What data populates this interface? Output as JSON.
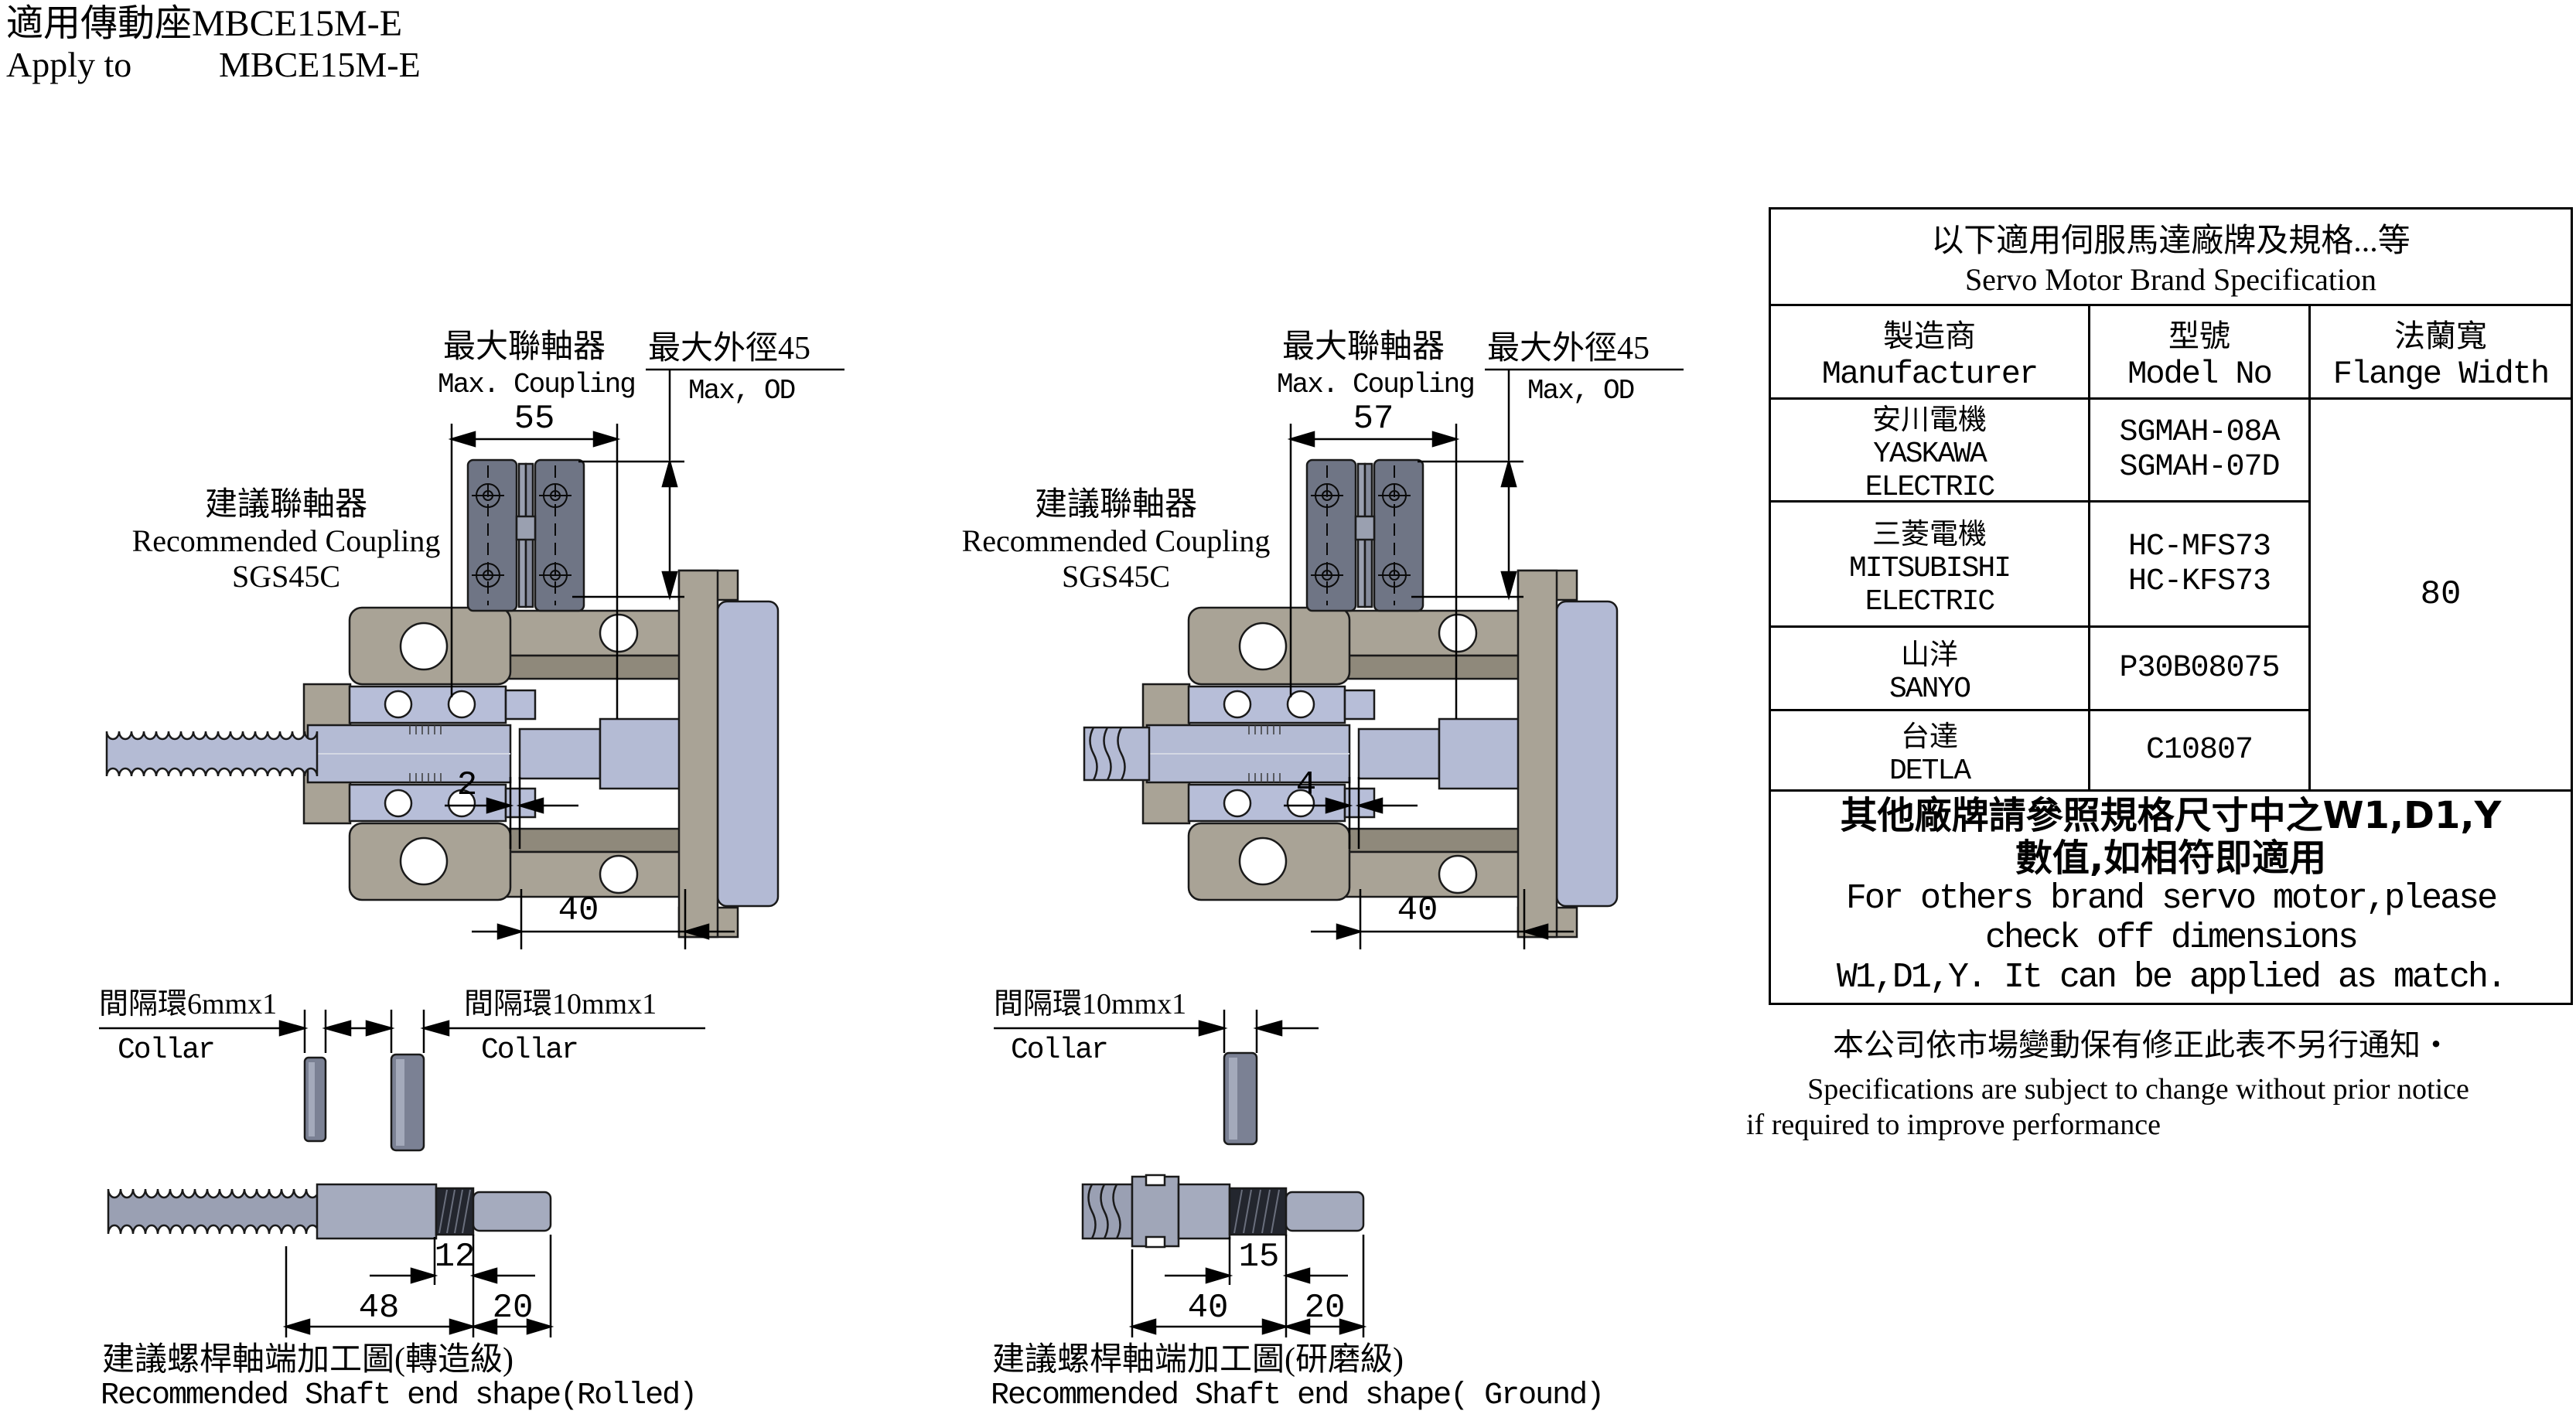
{
  "title": {
    "zh": "適用傳動座MBCE15M-E",
    "apply_to": "Apply to",
    "model": "MBCE15M-E"
  },
  "left": {
    "rec_coupling_zh": "建議聯軸器",
    "rec_coupling_en": "Recommended Coupling",
    "rec_coupling_model": "SGS45C",
    "max_coupling_zh": "最大聯軸器",
    "max_coupling_en": "Max.  Coupling",
    "max_od_zh": "最大外徑45",
    "max_od_en": "Max, OD",
    "dim_coupling_width": "55",
    "dim_gap": "2",
    "dim_pilot": "40",
    "collar1_zh": "間隔環6mmx1",
    "collar1_en": "Collar",
    "collar2_zh": "間隔環10mmx1",
    "collar2_en": "Collar",
    "shaft_d1": "12",
    "shaft_d2": "48",
    "shaft_d3": "20",
    "shaft_note_zh": "建議螺桿軸端加工圖(轉造級)",
    "shaft_note_en": "Recommended Shaft end shape(Rolled)"
  },
  "middle": {
    "rec_coupling_zh": "建議聯軸器",
    "rec_coupling_en": "Recommended Coupling",
    "rec_coupling_model": "SGS45C",
    "max_coupling_zh": "最大聯軸器",
    "max_coupling_en": "Max.  Coupling",
    "max_od_zh": "最大外徑45",
    "max_od_en": "Max, OD",
    "dim_coupling_width": "57",
    "dim_gap": "4",
    "dim_pilot": "40",
    "collar1_zh": "間隔環10mmx1",
    "collar1_en": "Collar",
    "shaft_d1": "15",
    "shaft_d2": "40",
    "shaft_d3": "20",
    "shaft_note_zh": "建議螺桿軸端加工圖(研磨級)",
    "shaft_note_en": "Recommended Shaft end shape( Ground)"
  },
  "table": {
    "title_zh": "以下適用伺服馬達廠牌及規格...等",
    "title_en": "Servo Motor Brand Specification",
    "col1_zh": "製造商",
    "col1_en": "Manufacturer",
    "col2_zh": "型號",
    "col2_en": "Model No",
    "col3_zh": "法蘭寬",
    "col3_en": "Flange Width",
    "rows": [
      {
        "mfr": [
          "安川電機",
          "YASKAWA",
          "ELECTRIC"
        ],
        "models": [
          "SGMAH-08A",
          "SGMAH-07D"
        ]
      },
      {
        "mfr": [
          "三菱電機",
          "MITSUBISHI",
          "ELECTRIC"
        ],
        "models": [
          "HC-MFS73",
          "HC-KFS73"
        ]
      },
      {
        "mfr": [
          "山洋",
          "SANYO"
        ],
        "models": [
          "P30B08075"
        ]
      },
      {
        "mfr": [
          "台達",
          "DETLA"
        ],
        "models": [
          "C10807"
        ]
      }
    ],
    "flange_width": "80",
    "note": [
      "其他廠牌請參照規格尺寸中之W1,D1,Y",
      "數值,如相符即適用",
      "For others brand servo motor,please",
      "check off dimensions",
      "W1,D1,Y. It can be applied as match."
    ]
  },
  "footnote": [
    "本公司依市場變動保有修正此表不另行通知・",
    "Specifications are subject to change without prior notice",
    "if required to improve performance"
  ]
}
